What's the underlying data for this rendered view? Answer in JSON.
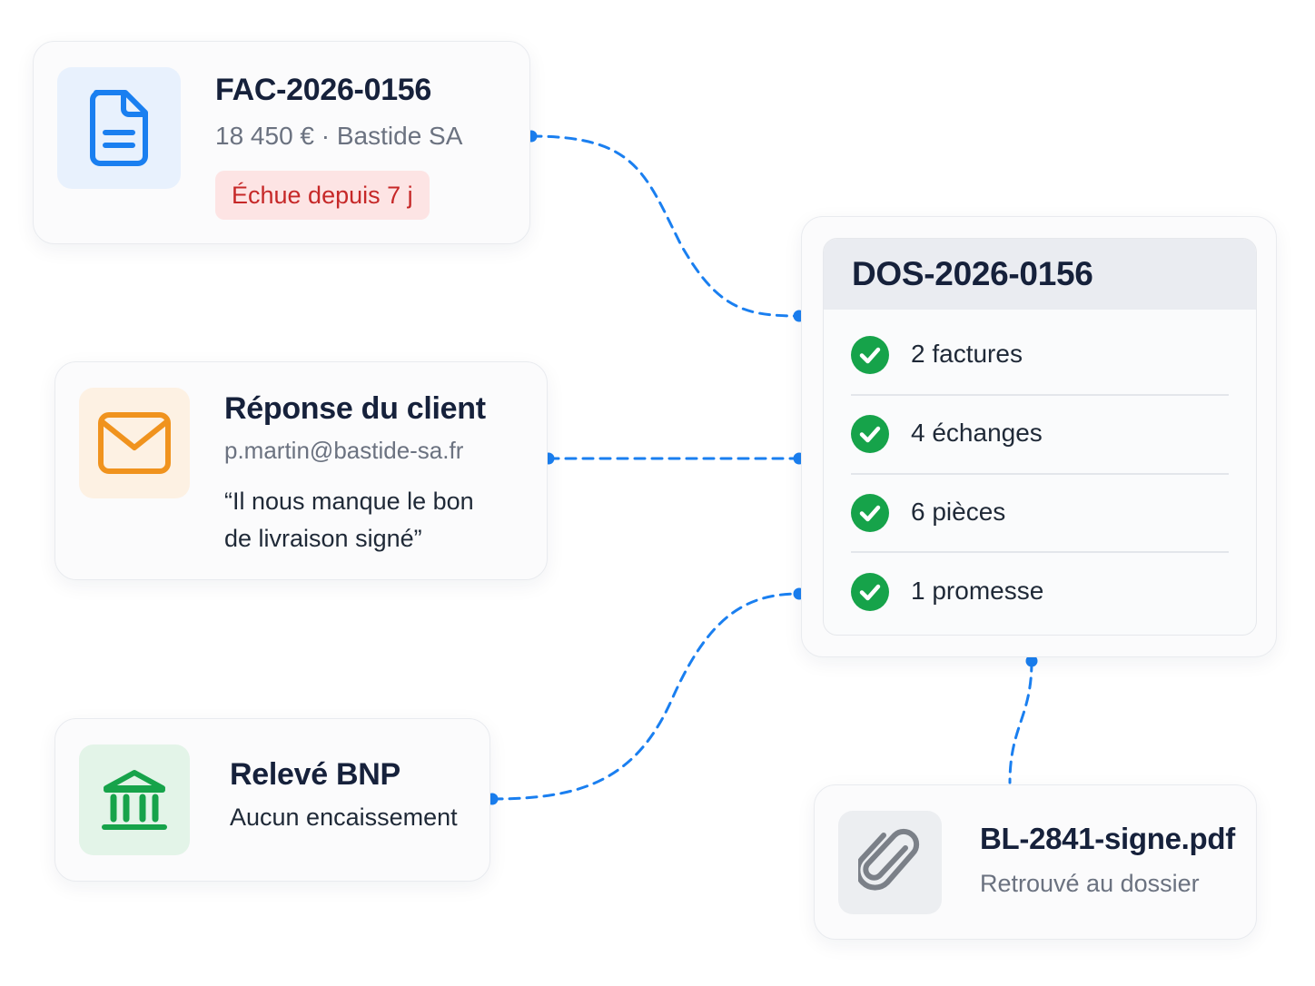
{
  "invoice": {
    "number": "FAC-2026-0156",
    "amount_client": "18 450 € · Bastide SA",
    "status": "Échue depuis 7 j",
    "icon": "document-icon"
  },
  "email": {
    "title": "Réponse du client",
    "sender": "p.martin@bastide-sa.fr",
    "quote_line1": "“Il nous manque le bon",
    "quote_line2": "de livraison signé”",
    "icon": "mail-icon"
  },
  "bank": {
    "title": "Relevé BNP",
    "subtitle": "Aucun encaissement",
    "icon": "bank-icon"
  },
  "dossier": {
    "title": "DOS-2026-0156",
    "items": [
      {
        "label": "2 factures"
      },
      {
        "label": "4 échanges"
      },
      {
        "label": "6 pièces"
      },
      {
        "label": "1 promesse"
      }
    ]
  },
  "attachment": {
    "filename": "BL-2841-signe.pdf",
    "subtitle": "Retrouvé au dossier",
    "icon": "paperclip-icon"
  },
  "colors": {
    "connector": "#1a7ff0",
    "check": "#16a34a",
    "status_text": "#c62828",
    "status_bg": "#fde4e4"
  }
}
